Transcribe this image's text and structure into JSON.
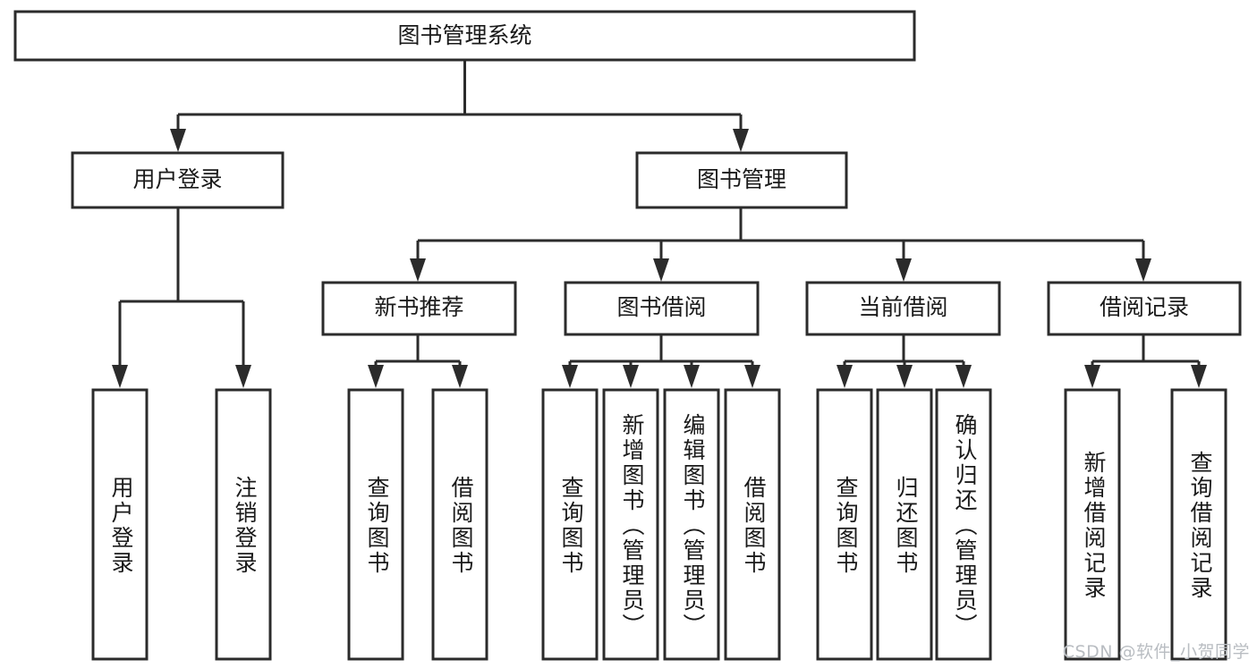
{
  "diagram": {
    "type": "tree-hierarchy",
    "title": "图书管理系统",
    "watermark": "CSDN @软件_小贺同学",
    "colors": {
      "background": "#ffffff",
      "stroke": "#2b2b2b",
      "text": "#1a1a1a",
      "watermark": "#b9bdc2"
    },
    "levels": {
      "root": {
        "label": "图书管理系统"
      },
      "level2": [
        {
          "label": "用户登录"
        },
        {
          "label": "图书管理"
        }
      ],
      "level3": [
        {
          "label": "新书推荐"
        },
        {
          "label": "图书借阅"
        },
        {
          "label": "当前借阅"
        },
        {
          "label": "借阅记录"
        }
      ],
      "leaves_user_login": [
        {
          "label": "用户登录"
        },
        {
          "label": "注销登录"
        }
      ],
      "leaves_new_book": [
        {
          "label": "查询图书"
        },
        {
          "label": "借阅图书"
        }
      ],
      "leaves_borrow": [
        {
          "label": "查询图书"
        },
        {
          "label": "新增图书（管理员）"
        },
        {
          "label": "编辑图书（管理员）"
        },
        {
          "label": "借阅图书"
        }
      ],
      "leaves_current": [
        {
          "label": "查询图书"
        },
        {
          "label": "归还图书"
        },
        {
          "label": "确认归还（管理员）"
        }
      ],
      "leaves_record": [
        {
          "label": "新增借阅记录"
        },
        {
          "label": "查询借阅记录"
        }
      ]
    }
  }
}
